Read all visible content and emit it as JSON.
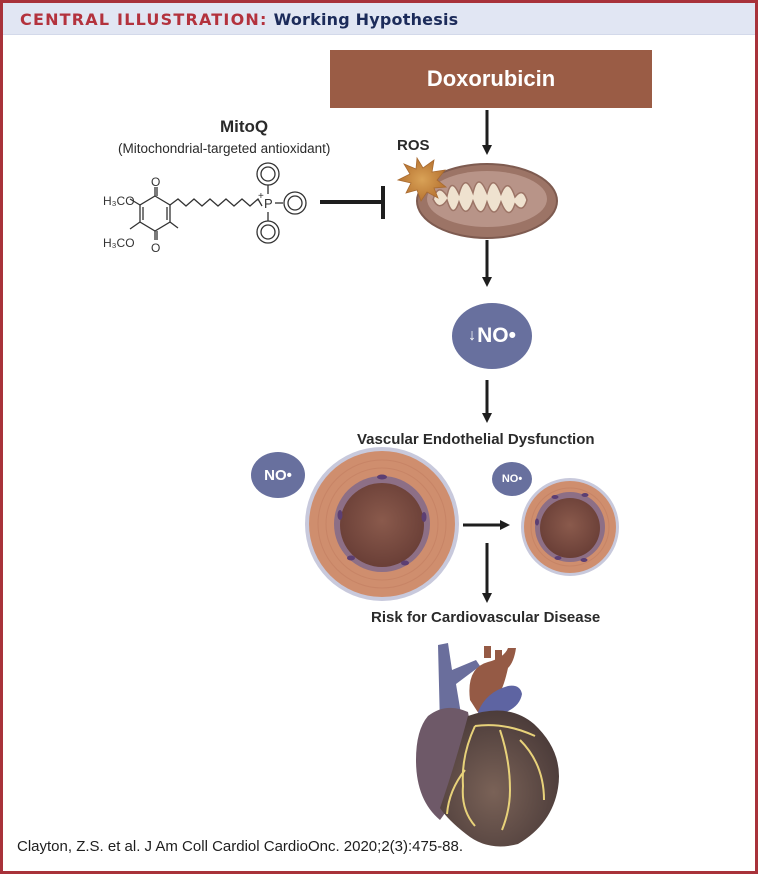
{
  "header": {
    "label": "CENTRAL ILLUSTRATION:",
    "title": "Working Hypothesis"
  },
  "nodes": {
    "drug": "Doxorubicin",
    "mitoq_title": "MitoQ",
    "mitoq_subtitle": "(Mitochondrial-targeted antioxidant)",
    "ros": "ROS",
    "reduced_no_arrow": "↓",
    "reduced_no": "NO•",
    "no_normal": "NO•",
    "no_reduced": "NO•",
    "vascular_dysfunction": "Vascular Endothelial Dysfunction",
    "cvd_risk": "Risk for Cardiovascular Disease"
  },
  "molecule": {
    "methoxy_top": "H₃CO",
    "methoxy_bottom": "H₃CO",
    "oxygen_top": "O",
    "oxygen_bottom": "O",
    "phosphonium": "P",
    "charge": "+"
  },
  "icons": {
    "mitochondrion": "mitochondrion-icon",
    "ros_burst": "ros-burst-icon",
    "vessel_normal": "blood-vessel-normal-icon",
    "vessel_constricted": "blood-vessel-constricted-icon",
    "heart": "heart-icon",
    "inhibition": "inhibition-bar-icon"
  },
  "colors": {
    "frame": "#a8323a",
    "header_bg": "#e1e6f3",
    "header_label": "#b3323d",
    "header_title": "#1c2b5a",
    "drug_box": "#9a5c45",
    "no_circle": "#68709e"
  },
  "citation": "Clayton, Z.S. et al. J Am Coll Cardiol CardioOnc. 2020;2(3):475-88."
}
